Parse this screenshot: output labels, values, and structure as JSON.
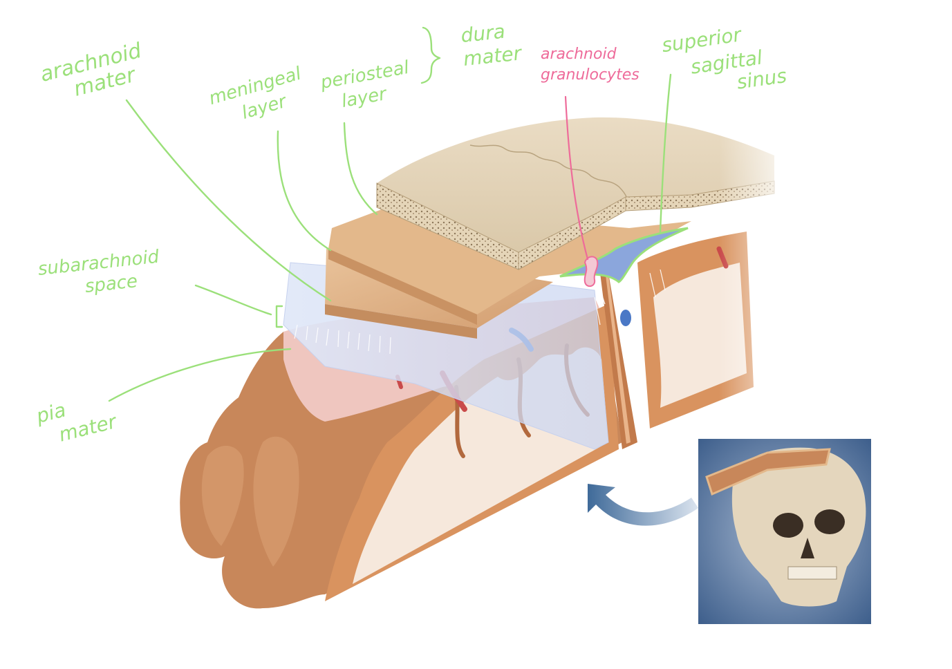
{
  "labels": {
    "arachnoid_mater": [
      "arachnoid",
      "mater"
    ],
    "meningeal_layer": [
      "meningeal",
      "layer"
    ],
    "periosteal_layer": [
      "periosteal",
      "layer"
    ],
    "dura_mater": [
      "dura",
      "mater"
    ],
    "arachnoid_granulocytes": [
      "arachnoid",
      "granulocytes"
    ],
    "superior_sagittal_sinus": [
      "superior",
      "sagittal",
      "sinus"
    ],
    "subarachnoid_space": [
      "subarachnoid",
      "space"
    ],
    "pia_mater": [
      "pia",
      "mater"
    ]
  },
  "colors": {
    "annotation_green": "#9be07a",
    "annotation_pink": "#ee6b9a",
    "bone": "#e6d8bf",
    "bone_edge": "#cdbb9a",
    "dura": "#e0b385",
    "brain_surface": "#c8875a",
    "grey_matter": "#d9935f",
    "white_matter": "#f6e8dc",
    "pia_pink": "#efc6bf",
    "vein_blue": "#4a78c6",
    "artery_red": "#c94a4a",
    "inset_background": "#3e5f8c"
  },
  "icons": {
    "arrow": "curved-arrow-icon",
    "skull": "skull-inset-icon"
  }
}
